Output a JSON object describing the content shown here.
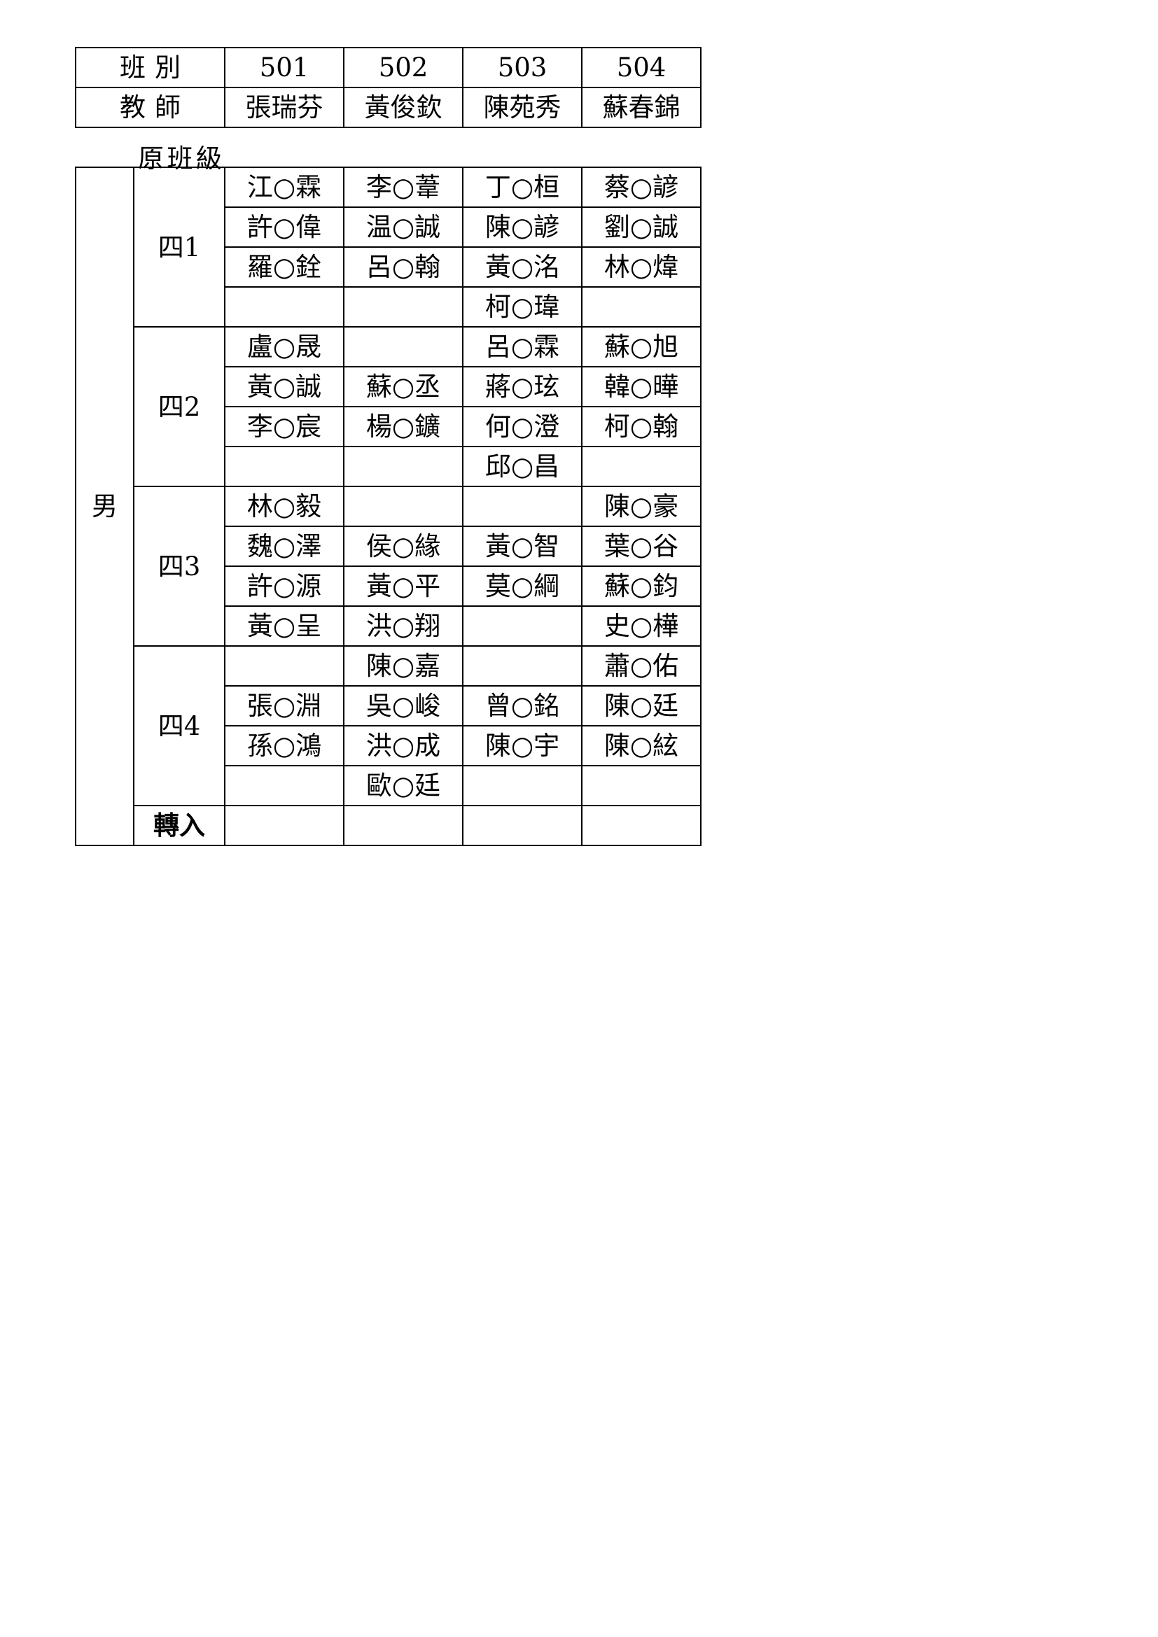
{
  "header": {
    "rows": [
      {
        "label": "班別",
        "values": [
          "501",
          "502",
          "503",
          "504"
        ]
      },
      {
        "label": "教師",
        "values": [
          "張瑞芬",
          "黃俊欽",
          "陳苑秀",
          "蘇春錦"
        ]
      }
    ]
  },
  "origin_class_label": "原班級",
  "gender_label": "男",
  "groups": [
    {
      "label": "四1",
      "rows": [
        [
          "江○霖",
          "李○葦",
          "丁○桓",
          "蔡○諺"
        ],
        [
          "許○偉",
          "温○誠",
          "陳○諺",
          "劉○誠"
        ],
        [
          "羅○銓",
          "呂○翰",
          "黃○洺",
          "林○煒"
        ],
        [
          "",
          "",
          "柯○瑋",
          ""
        ]
      ]
    },
    {
      "label": "四2",
      "rows": [
        [
          "盧○晟",
          "",
          "呂○霖",
          "蘇○旭"
        ],
        [
          "黃○誠",
          "蘇○丞",
          "蔣○玹",
          "韓○曄"
        ],
        [
          "李○宸",
          "楊○鑛",
          "何○澄",
          "柯○翰"
        ],
        [
          "",
          "",
          "邱○昌",
          ""
        ]
      ]
    },
    {
      "label": "四3",
      "rows": [
        [
          "林○毅",
          "",
          "",
          "陳○豪"
        ],
        [
          "魏○澤",
          "侯○緣",
          "黃○智",
          "葉○谷"
        ],
        [
          "許○源",
          "黃○平",
          "莫○綱",
          "蘇○鈞"
        ],
        [
          "黃○呈",
          "洪○翔",
          "",
          "史○樺"
        ]
      ]
    },
    {
      "label": "四4",
      "rows": [
        [
          "",
          "陳○嘉",
          "",
          "蕭○佑"
        ],
        [
          "張○淵",
          "吳○峻",
          "曾○銘",
          "陳○廷"
        ],
        [
          "孫○鴻",
          "洪○成",
          "陳○宇",
          "陳○絃"
        ],
        [
          "",
          "歐○廷",
          "",
          ""
        ]
      ]
    },
    {
      "label": "轉入",
      "rows": [
        [
          "",
          "",
          "",
          ""
        ]
      ]
    }
  ]
}
